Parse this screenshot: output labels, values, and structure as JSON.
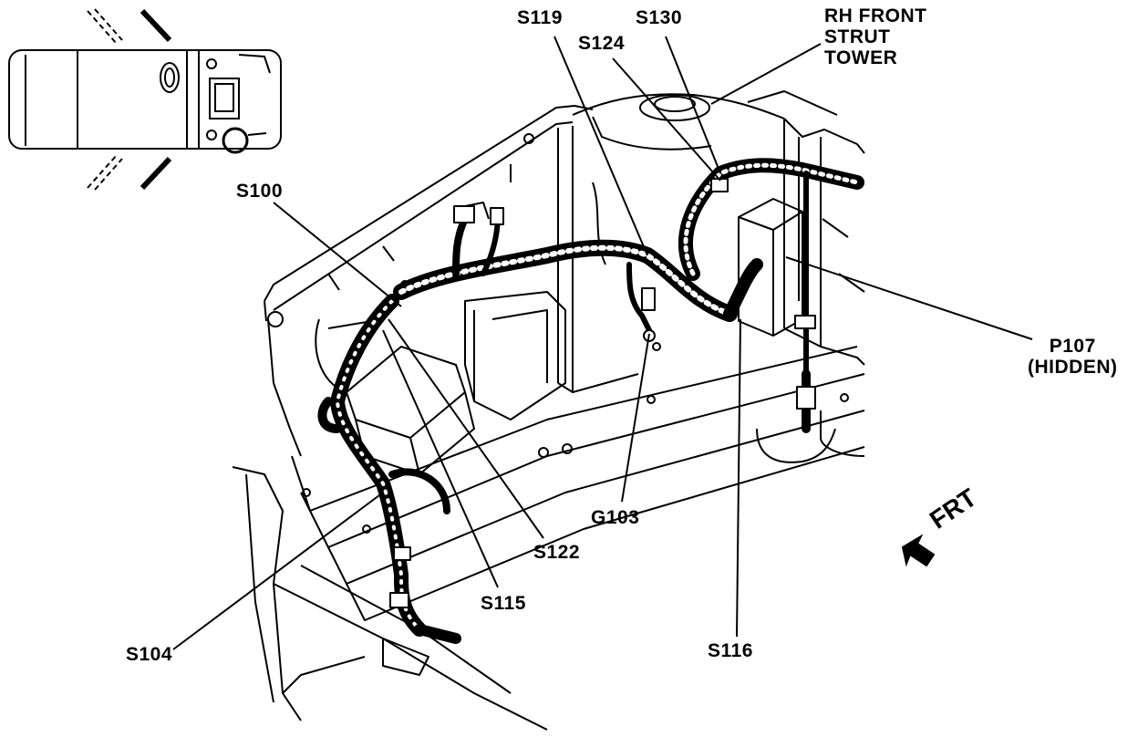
{
  "callouts": {
    "s119": "S119",
    "s130": "S130",
    "s124": "S124",
    "rh_front_strut_tower": [
      "RH FRONT",
      "STRUT",
      "TOWER"
    ],
    "s100": "S100",
    "p107": [
      "P107",
      "(HIDDEN)"
    ],
    "g103": "G103",
    "s122": "S122",
    "s115": "S115",
    "s104": "S104",
    "s116": "S116"
  },
  "direction_indicator": {
    "label": "FRT",
    "icon": "front-direction-arrow-icon"
  },
  "colors": {
    "ink": "#000000",
    "background": "#ffffff"
  }
}
